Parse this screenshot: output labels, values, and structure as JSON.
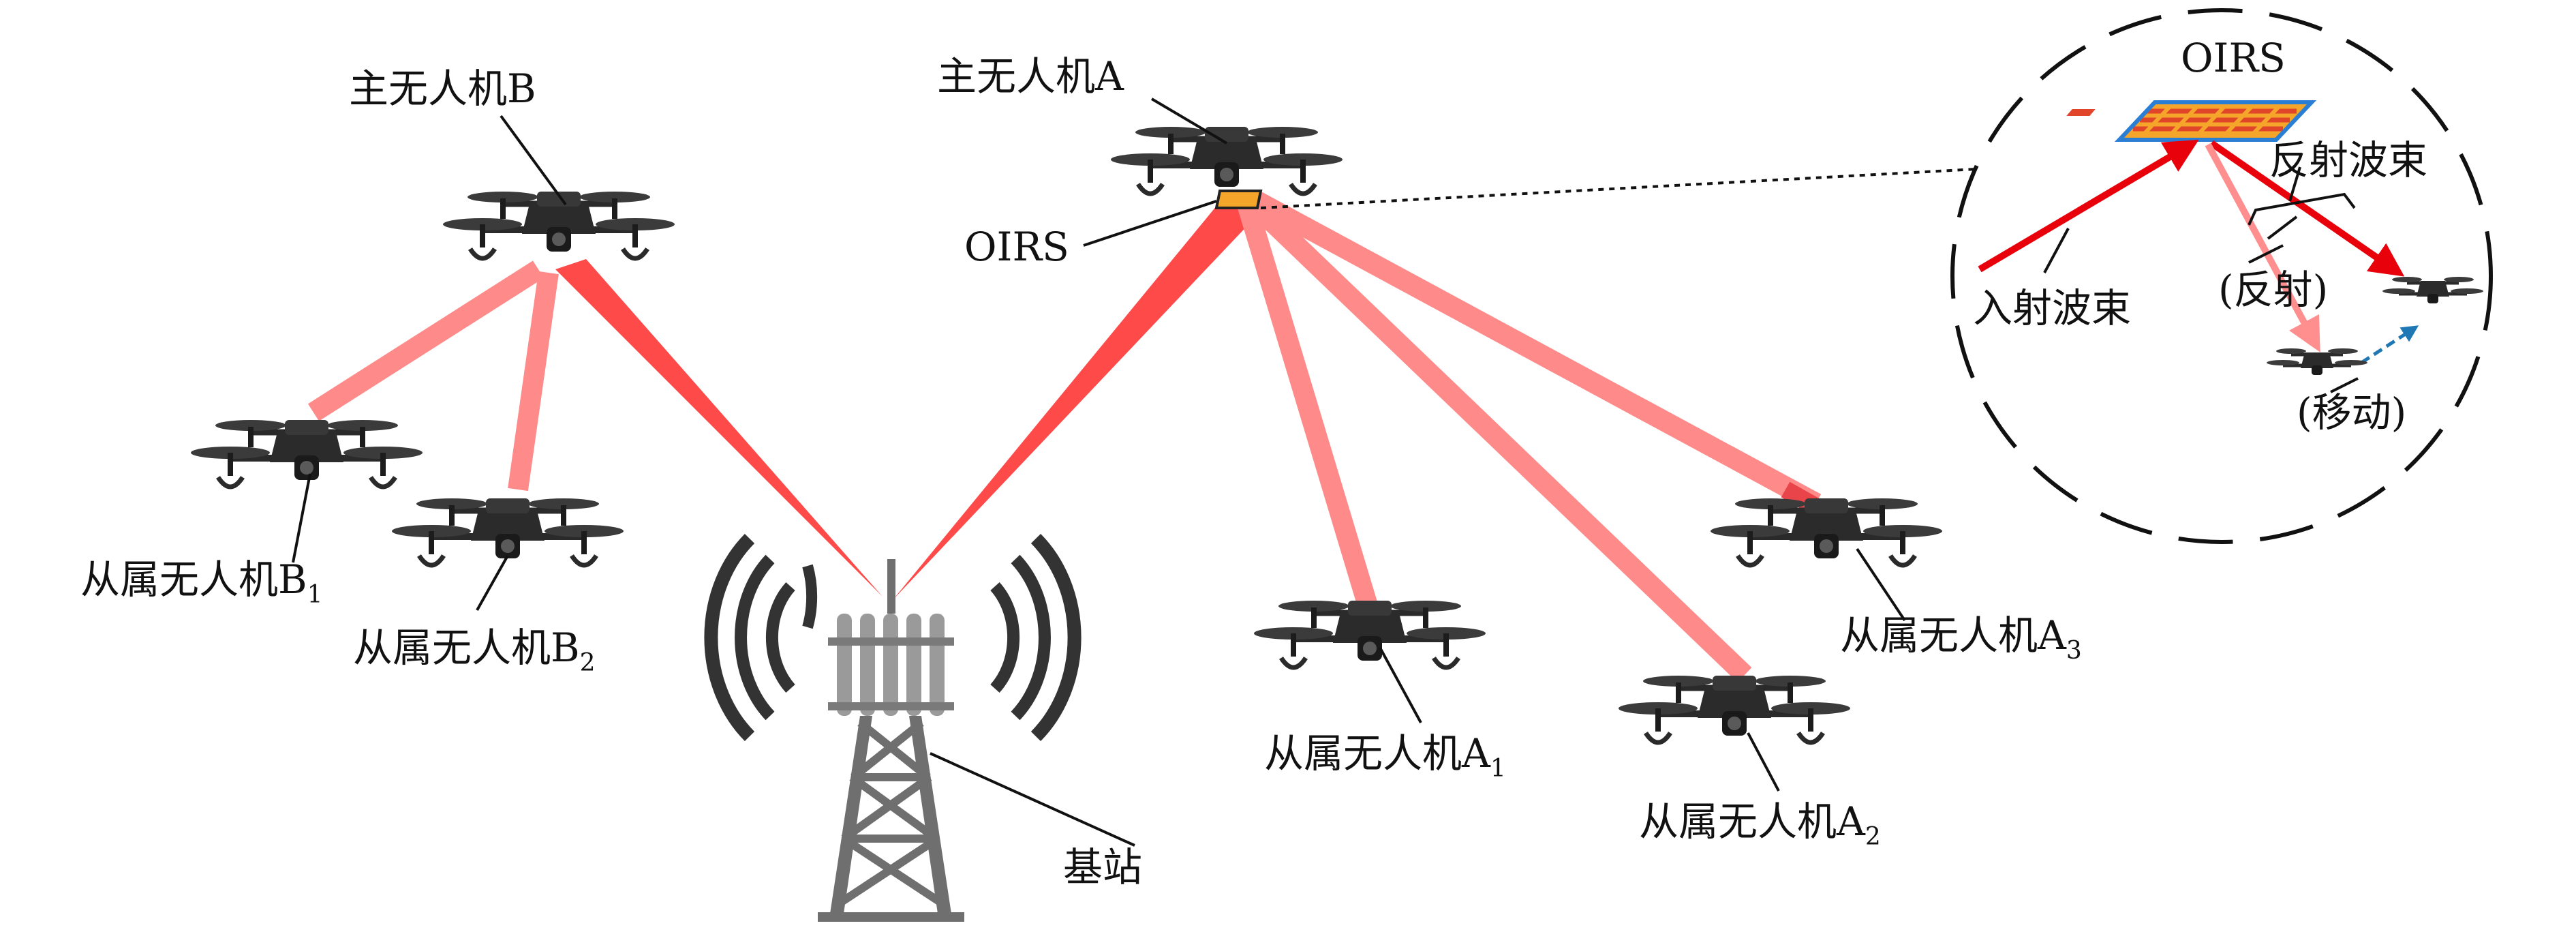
{
  "labels": {
    "master_b": "主无人机B",
    "master_a": "主无人机A",
    "oirs_on_drone": "OIRS",
    "base_station": "基站",
    "slave_b1": {
      "text": "从属无人机B",
      "sub": "1"
    },
    "slave_b2": {
      "text": "从属无人机B",
      "sub": "2"
    },
    "slave_a1": {
      "text": "从属无人机A",
      "sub": "1"
    },
    "slave_a2": {
      "text": "从属无人机A",
      "sub": "2"
    },
    "slave_a3": {
      "text": "从属无人机A",
      "sub": "3"
    }
  },
  "inset": {
    "oirs": "OIRS",
    "incident_beam": "入射波束",
    "reflected_beam": "反射波束",
    "reflect": "(反射)",
    "move": "(移动)"
  },
  "colors": {
    "beam_strong": "#ff3b3b",
    "beam_light": "#ff8a8a",
    "arrow_red": "#e8000b",
    "arrow_blue": "#1f77b4",
    "oirs_panel_fill": "#f4a52a",
    "oirs_panel_border": "#2a7fd4",
    "oirs_cell": "#e0452a",
    "drone_body": "#222222",
    "tower_gray": "#6f6f6f"
  }
}
